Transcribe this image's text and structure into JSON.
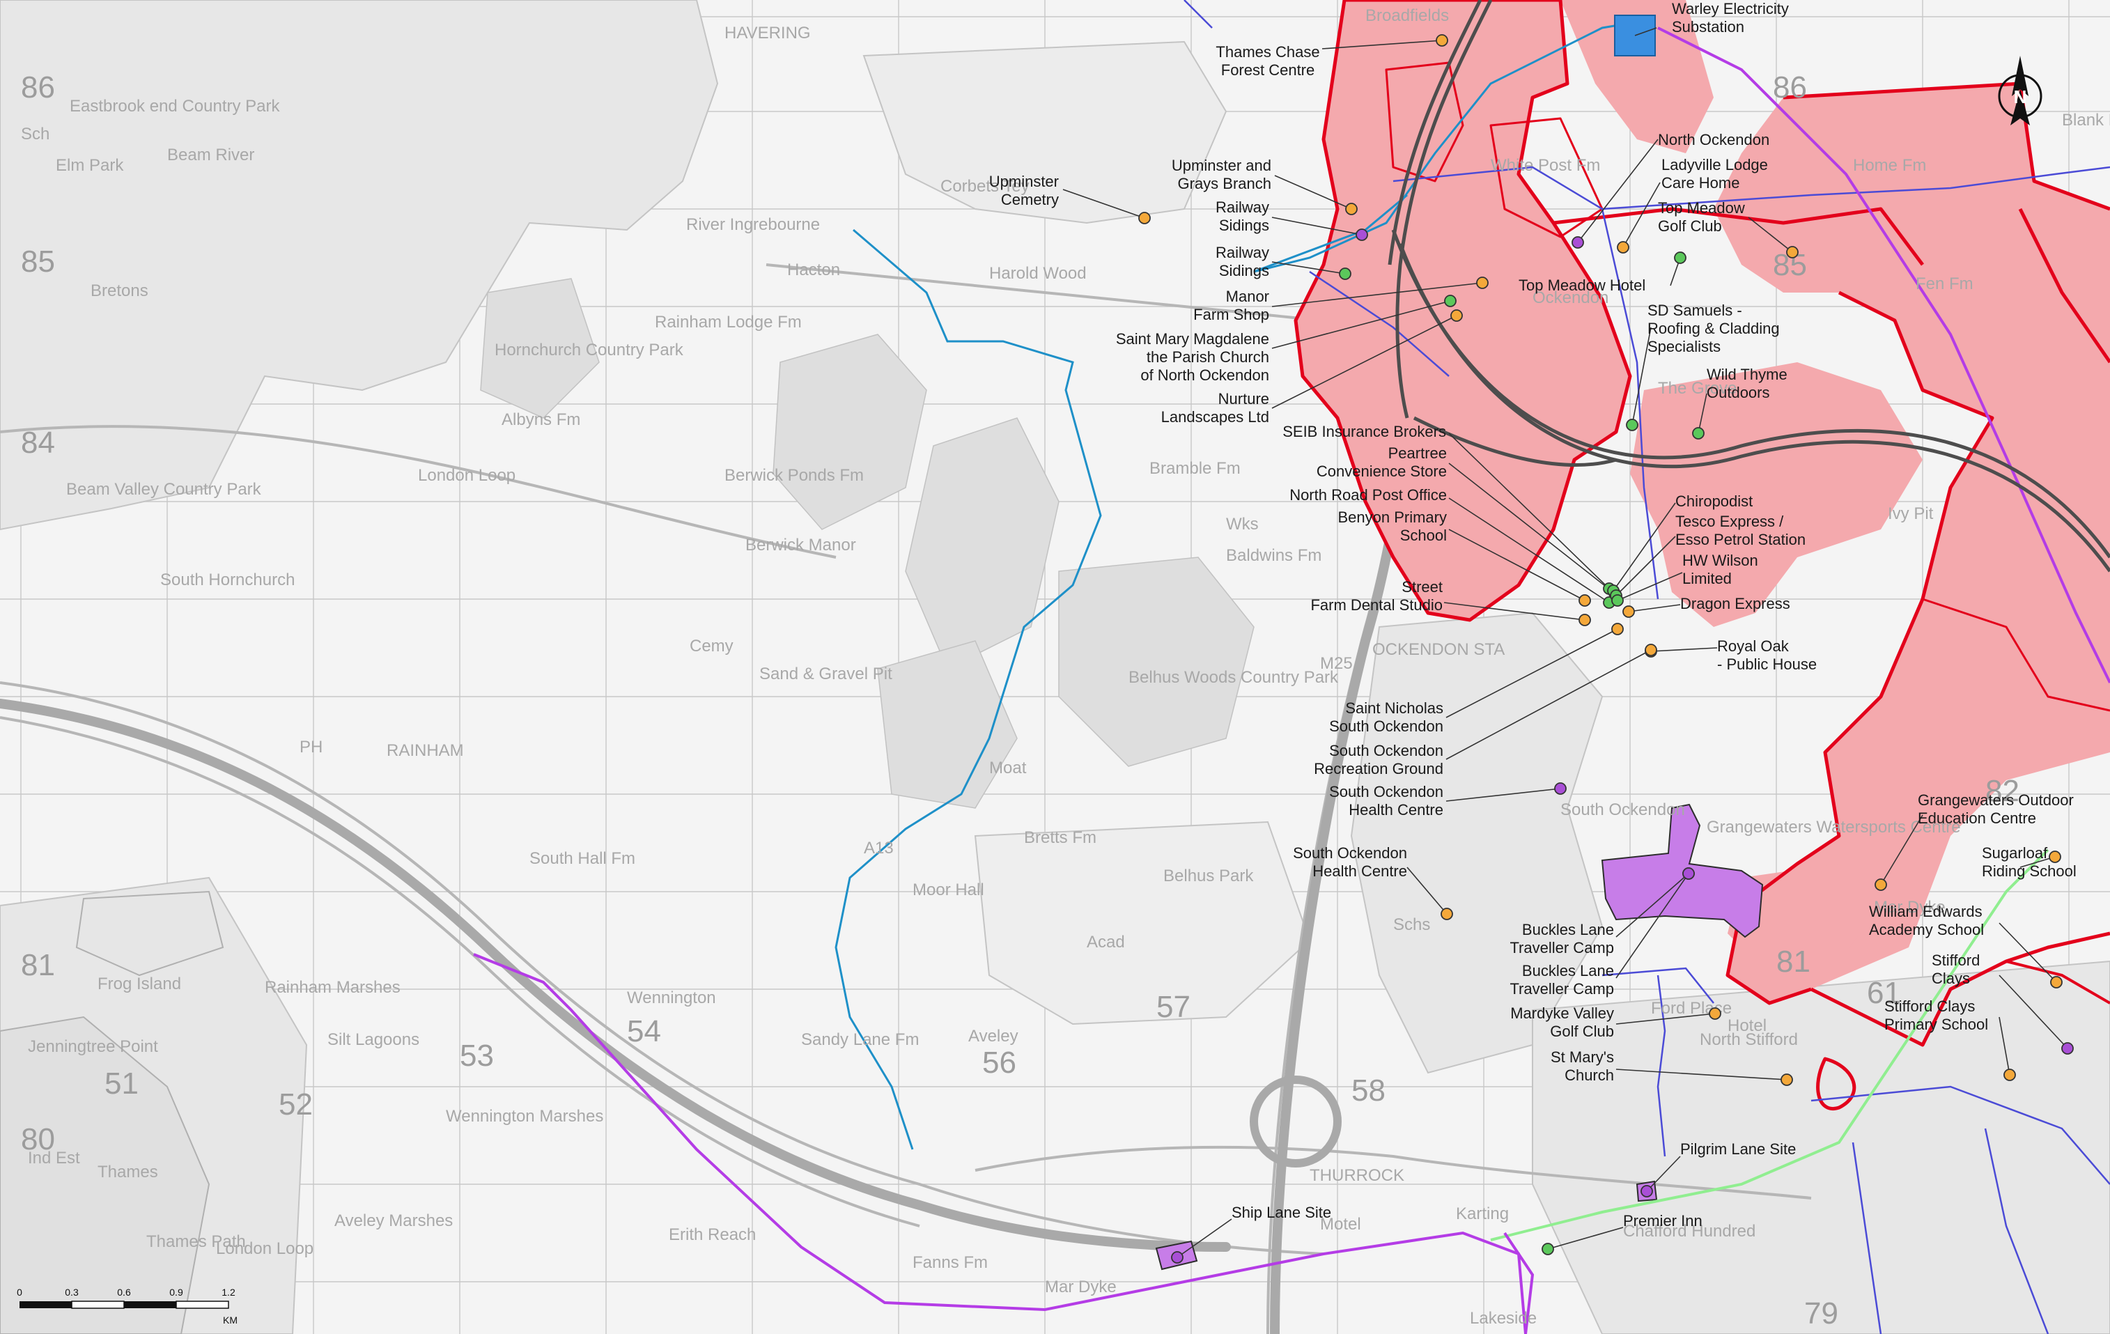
{
  "colors": {
    "background": "#f4f4f4",
    "grid": "#bdbdbd",
    "basemap_line": "#bcbcbc",
    "basemap_text": "#a8a8a8",
    "development_fill": "#f4a9ad",
    "boundary": "#e3001b",
    "traveller_site": "#c77de8",
    "powerline": "#b43ce6",
    "waterline": "#1e90c8",
    "pipeline": "#90ee90",
    "blue_route": "#4b4bd6",
    "motorway": "#555555",
    "substation": "#3a8fe0",
    "poi_orange": "#f4a83a",
    "poi_green": "#5bc85b",
    "poi_purple": "#a94fd6"
  },
  "grid_labels": {
    "northings": [
      "86",
      "85",
      "84",
      "81",
      "80"
    ],
    "eastings": [
      "51",
      "52",
      "53",
      "54",
      "56",
      "57",
      "58",
      "79"
    ],
    "east_edge": [
      "86",
      "85",
      "82",
      "81",
      "61"
    ]
  },
  "basemap_labels": [
    "Eastbrook end Country Park",
    "Harold Wood",
    "Hacton",
    "Rainham Lodge Fm",
    "Hornchurch Country Park",
    "Albyns Fm",
    "Beam Valley Country Park",
    "London Loop",
    "South Hornchurch",
    "Berwick Ponds Fm",
    "Berwick Manor",
    "Bramble Fm",
    "Baldwins Fm",
    "Wks",
    "Cemy",
    "Sand & Gravel Pit",
    "Belhus Woods Country Park",
    "RAINHAM",
    "South Hall Fm",
    "Bretts Fm",
    "Moat",
    "Moor Hall",
    "Belhus Park",
    "Acad",
    "Rainham Marshes",
    "Silt Lagoons",
    "Wennington",
    "Wennington Marshes",
    "Aveley",
    "Sandy Lane Fm",
    "Frog Island",
    "Jenningtree Point",
    "Erith Reach",
    "Thames Path",
    "London Loop",
    "Aveley Marshes",
    "Fanns Fm",
    "Mar Dyke",
    "THURROCK",
    "Motel",
    "Karting",
    "Chafford Hundred",
    "Lakeside",
    "OCKENDON STA",
    "M25",
    "A13",
    "White Post Fm",
    "The Grove",
    "Grangewaters Watersports Centre",
    "Mar Dyke",
    "Ford Place",
    "North Stifford",
    "Hotel",
    "Fen Fm",
    "Blank Fm",
    "Home Fm",
    "Ivy Pit",
    "River Ingrebourne",
    "Beam River",
    "Elm Park",
    "Bretons",
    "Corbets Tey",
    "Broadfields",
    "HAVERING",
    "Sch",
    "PH",
    "Schs",
    "Ockendon",
    "South Ockendon",
    "Ind Est",
    "Thames"
  ],
  "pois": [
    {
      "label": "Thames Chase\nForest Centre",
      "kind": "orange"
    },
    {
      "label": "Warley Electricity\nSubstation",
      "kind": "substation"
    },
    {
      "label": "North Ockendon",
      "kind": "purple"
    },
    {
      "label": "Ladyville Lodge\nCare Home",
      "kind": "orange"
    },
    {
      "label": "Top Meadow\nGolf Club",
      "kind": "orange"
    },
    {
      "label": "Top Meadow Hotel",
      "kind": "green"
    },
    {
      "label": "Upminster\nCemetry",
      "kind": "orange"
    },
    {
      "label": "Upminster and\nGrays Branch",
      "kind": "orange"
    },
    {
      "label": "Railway\nSidings",
      "kind": "purple"
    },
    {
      "label": "Railway\nSidings",
      "kind": "green"
    },
    {
      "label": "Manor\nFarm Shop",
      "kind": "orange"
    },
    {
      "label": "Saint Mary Magdalene\nthe Parish Church\nof North Ockendon",
      "kind": "green"
    },
    {
      "label": "Nurture\nLandscapes Ltd",
      "kind": "orange"
    },
    {
      "label": "SD Samuels -\nRoofing & Cladding\nSpecialists",
      "kind": "green"
    },
    {
      "label": "Wild Thyme\nOutdoors",
      "kind": "green"
    },
    {
      "label": "SEIB Insurance Brokers",
      "kind": "green"
    },
    {
      "label": "Peartree\nConvenience Store",
      "kind": "green"
    },
    {
      "label": "North Road Post Office",
      "kind": "green"
    },
    {
      "label": "Benyon Primary\nSchool",
      "kind": "orange"
    },
    {
      "label": "Chiropodist",
      "kind": "green"
    },
    {
      "label": "Tesco Express /\nEsso Petrol Station",
      "kind": "green"
    },
    {
      "label": "HW Wilson\nLimited",
      "kind": "green"
    },
    {
      "label": "Dragon Express",
      "kind": "orange"
    },
    {
      "label": "Street\nFarm Dental Studio",
      "kind": "orange"
    },
    {
      "label": "Royal Oak\n- Public House",
      "kind": "orange"
    },
    {
      "label": "Saint Nicholas\nSouth Ockendon",
      "kind": "orange"
    },
    {
      "label": "South Ockendon\nRecreation Ground",
      "kind": "orange"
    },
    {
      "label": "South Ockendon\nHealth Centre",
      "kind": "purple"
    },
    {
      "label": "South Ockendon\nHealth Centre",
      "kind": "orange"
    },
    {
      "label": "Grangewaters Outdoor\nEducation Centre",
      "kind": "orange"
    },
    {
      "label": "Sugarloaf\nRiding School",
      "kind": "orange"
    },
    {
      "label": "William Edwards\nAcademy School",
      "kind": "orange"
    },
    {
      "label": "Stifford\nClays",
      "kind": "purple"
    },
    {
      "label": "Stifford Clays\nPrimary School",
      "kind": "orange"
    },
    {
      "label": "Buckles Lane\nTraveller Camp",
      "kind": "purple"
    },
    {
      "label": "Buckles Lane\nTraveller Camp",
      "kind": "purple"
    },
    {
      "label": "Mardyke Valley\nGolf Club",
      "kind": "orange"
    },
    {
      "label": "St Mary's\nChurch",
      "kind": "orange"
    },
    {
      "label": "Pilgrim Lane Site",
      "kind": "purple"
    },
    {
      "label": "Premier Inn",
      "kind": "green"
    },
    {
      "label": "Ship Lane Site",
      "kind": "purple"
    }
  ],
  "scale_bar": {
    "ticks": [
      "0",
      "0.3",
      "0.6",
      "0.9",
      "1.2"
    ],
    "unit": "KM"
  },
  "north_arrow": {
    "letter": "N",
    "icon": "north-arrow-icon"
  }
}
